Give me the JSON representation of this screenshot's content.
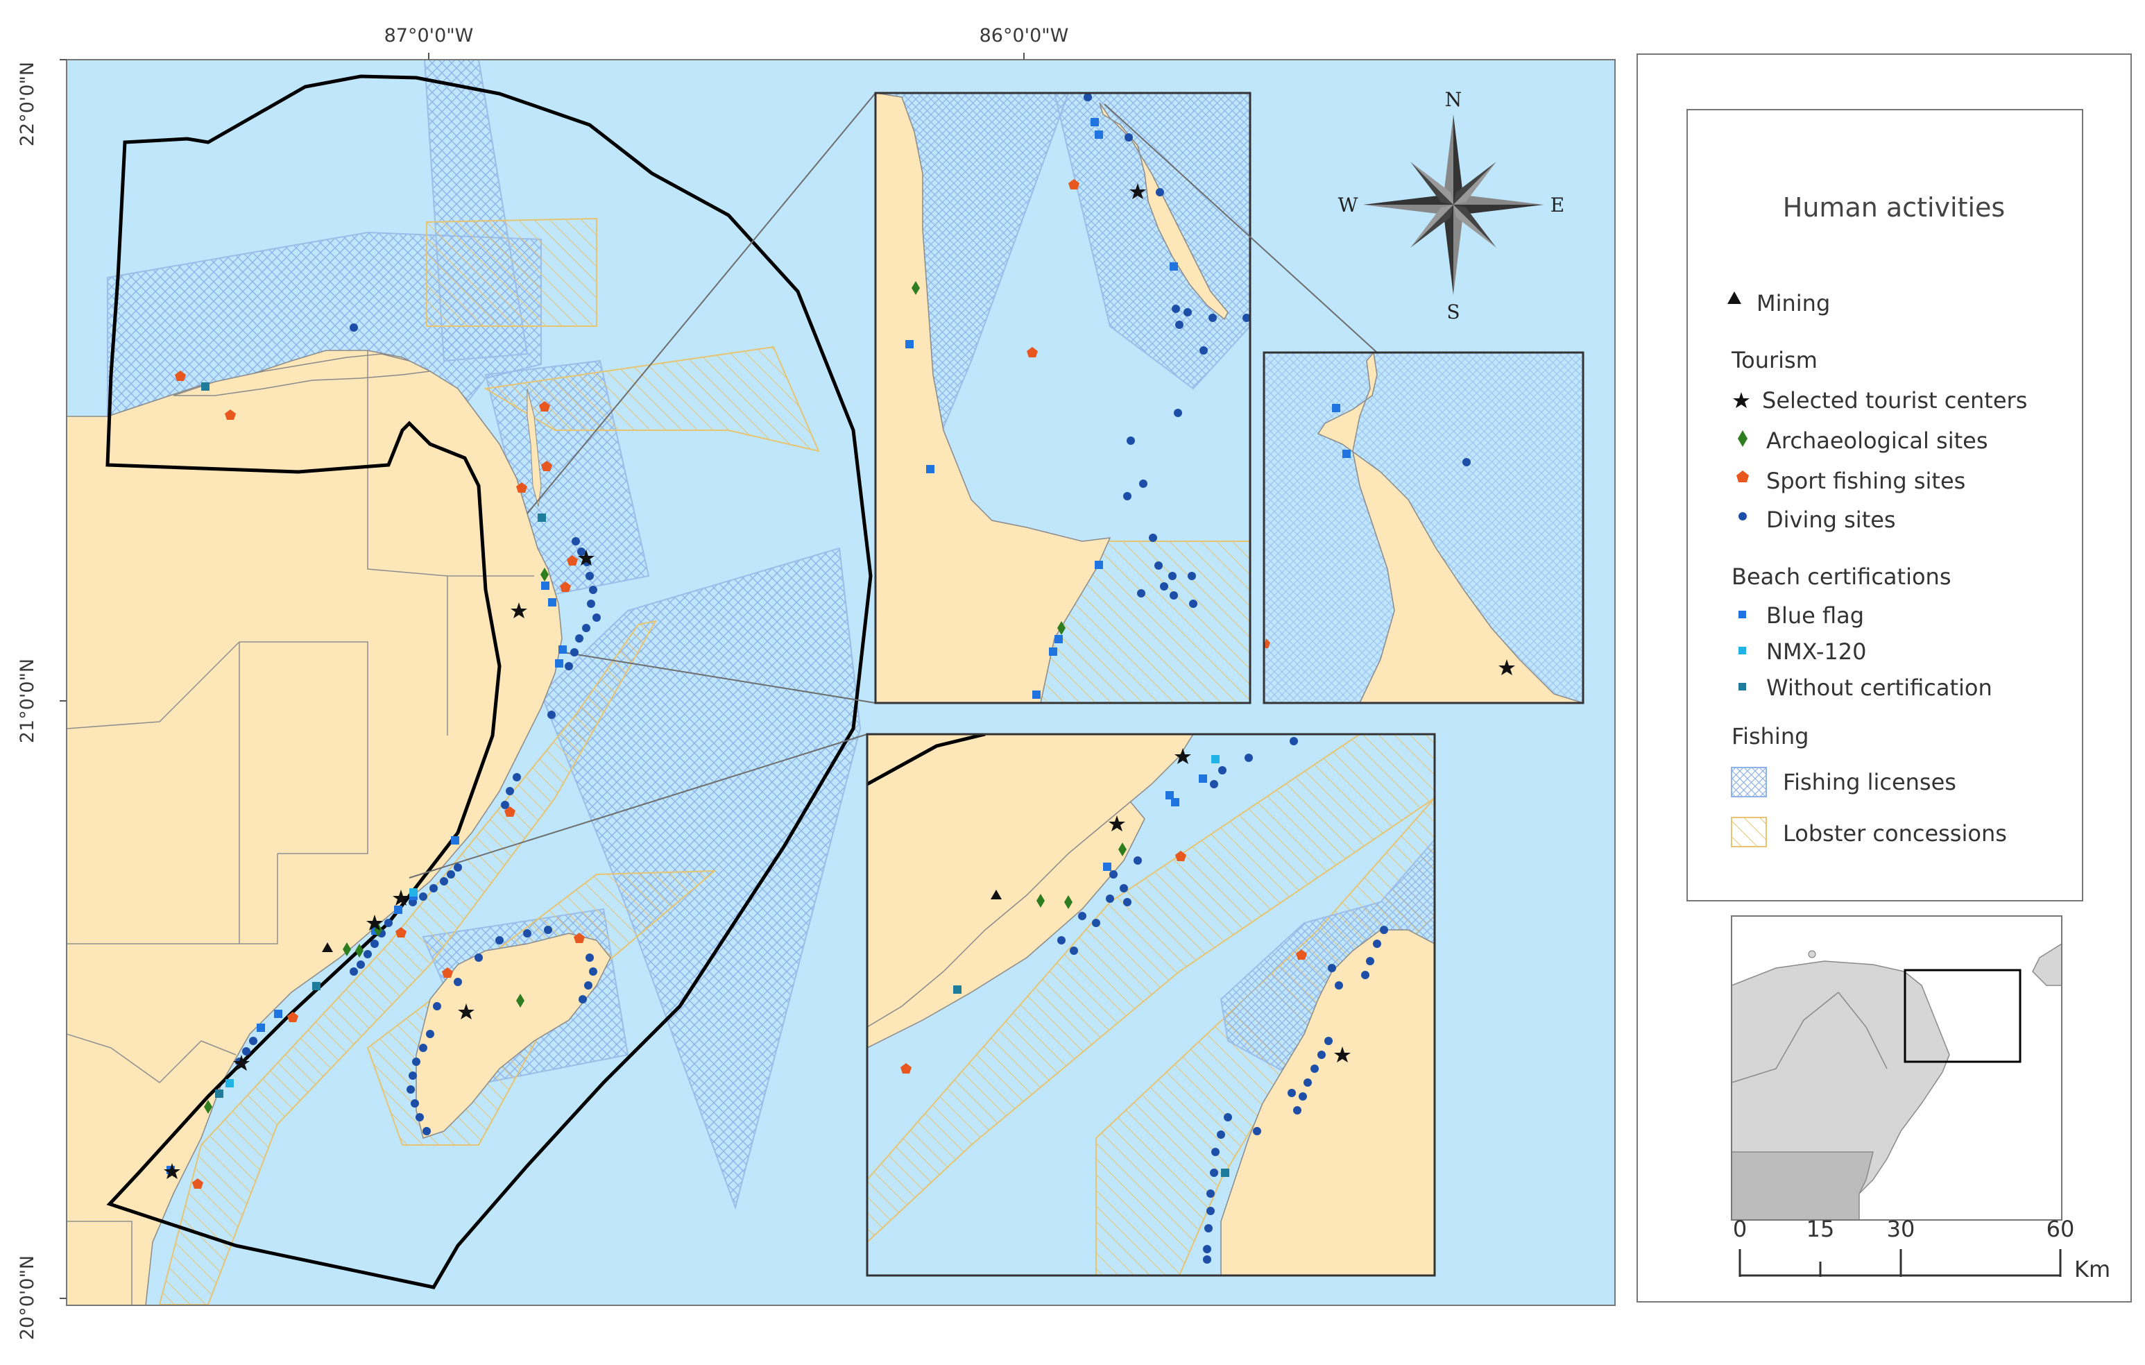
{
  "map": {
    "graticule": {
      "lon_labels": [
        "87°0'0\"W",
        "86°0'0\"W"
      ],
      "lat_labels": [
        "22°0'0\"N",
        "21°0'0\"N",
        "20°0'0\"N"
      ]
    },
    "compass": {
      "n": "N",
      "s": "S",
      "e": "E",
      "w": "W"
    }
  },
  "legend": {
    "title": "Human activities",
    "groups": [
      {
        "label": "",
        "items": [
          {
            "label": "Mining",
            "symbol": "triangle",
            "color": "#111111"
          }
        ]
      },
      {
        "label": "Tourism",
        "items": [
          {
            "label": "Selected tourist centers",
            "symbol": "star",
            "color": "#111111"
          },
          {
            "label": "Archaeological sites",
            "symbol": "diamond",
            "color": "#2e7d1e"
          },
          {
            "label": "Sport fishing sites",
            "symbol": "pentagon",
            "color": "#e8571e"
          },
          {
            "label": "Diving sites",
            "symbol": "circle",
            "color": "#1d4fa8"
          }
        ]
      },
      {
        "label": "Beach certifications",
        "items": [
          {
            "label": "Blue flag",
            "symbol": "square",
            "color": "#1f74e0"
          },
          {
            "label": "NMX-120",
            "symbol": "square",
            "color": "#22b3e6"
          },
          {
            "label": "Without certification",
            "symbol": "square",
            "color": "#1f7c9a"
          }
        ]
      },
      {
        "label": "Fishing",
        "items": [
          {
            "label": "Fishing licenses",
            "symbol": "crosshatch",
            "color": "#8fb3e8"
          },
          {
            "label": "Lobster concessions",
            "symbol": "hatch",
            "color": "#e6c472"
          }
        ]
      }
    ]
  },
  "scale_bar": {
    "ticks": [
      "0",
      "15",
      "30",
      "60"
    ],
    "unit": "Km"
  },
  "colors": {
    "sea": "#bfe6fb",
    "land": "#fde6b8",
    "fishing": "#8fb3e8",
    "lobster": "#e6c472",
    "boundary": "#000000"
  }
}
